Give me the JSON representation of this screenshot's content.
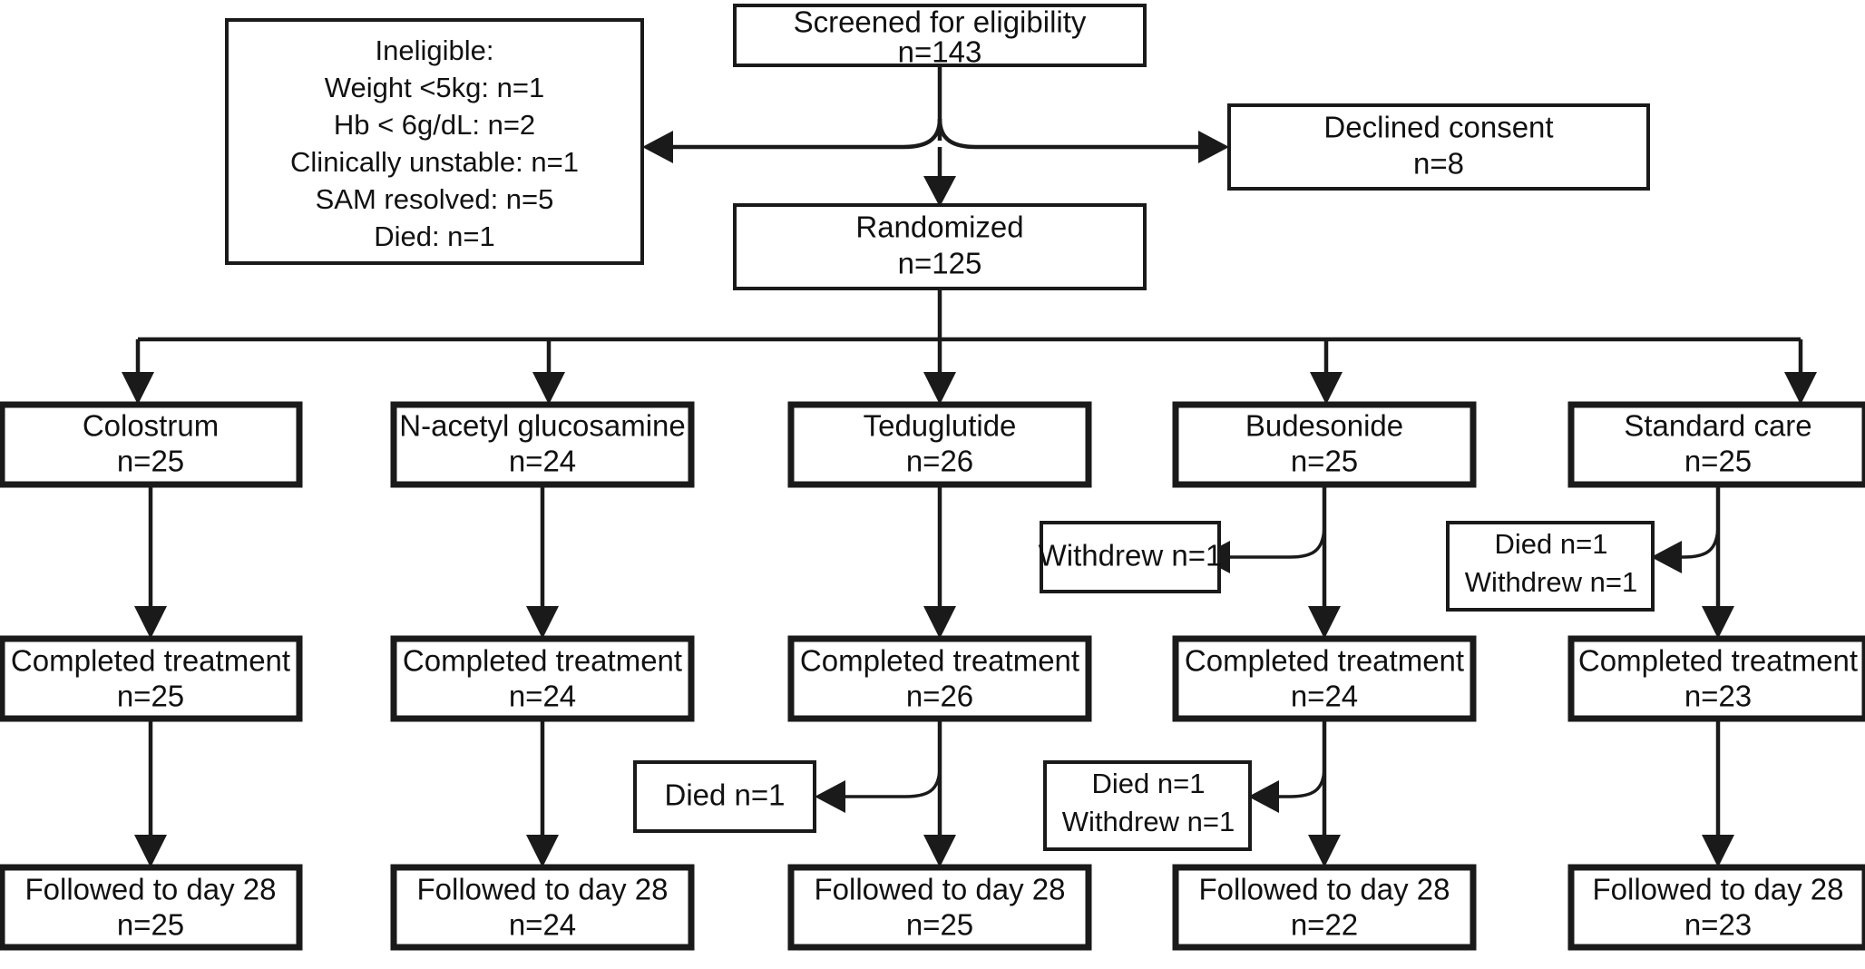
{
  "diagram": {
    "type": "consort-flow-diagram",
    "title": "CONSORT participant flow",
    "colors": {
      "stroke": "#1a1a1a",
      "text": "#111111",
      "background": "#ffffff"
    },
    "nodes": {
      "screened": {
        "name": "screened-for-eligibility",
        "lines": [
          "Screened for eligibility",
          "n=143"
        ],
        "label": "Screened for eligibility",
        "count": "n=143"
      },
      "ineligible": {
        "name": "ineligible",
        "lines": [
          "Ineligible:",
          "Weight <5kg: n=1",
          "Hb < 6g/dL: n=2",
          "Clinically unstable: n=1",
          "SAM resolved: n=5",
          "Died: n=1"
        ]
      },
      "declined": {
        "name": "declined-consent",
        "lines": [
          "Declined consent",
          "n=8"
        ],
        "label": "Declined consent",
        "count": "n=8"
      },
      "randomized": {
        "name": "randomized",
        "lines": [
          "Randomized",
          "n=125"
        ],
        "label": "Randomized",
        "count": "n=125"
      }
    },
    "arms": [
      {
        "key": "colostrum",
        "allocation": {
          "label": "Colostrum",
          "count": "n=25"
        },
        "completed": {
          "label": "Completed treatment",
          "count": "n=25"
        },
        "followed": {
          "label": "Followed to day 28",
          "count": "n=25"
        },
        "dropout_treatment": null,
        "dropout_followup": null
      },
      {
        "key": "n-acetyl-glucosamine",
        "allocation": {
          "label": "N-acetyl glucosamine",
          "count": "n=24"
        },
        "completed": {
          "label": "Completed treatment",
          "count": "n=24"
        },
        "followed": {
          "label": "Followed to day 28",
          "count": "n=24"
        },
        "dropout_treatment": null,
        "dropout_followup": null
      },
      {
        "key": "teduglutide",
        "allocation": {
          "label": "Teduglutide",
          "count": "n=26"
        },
        "completed": {
          "label": "Completed treatment",
          "count": "n=26"
        },
        "followed": {
          "label": "Followed to day 28",
          "count": "n=25"
        },
        "dropout_treatment": null,
        "dropout_followup": {
          "lines": [
            "Died n=1"
          ]
        }
      },
      {
        "key": "budesonide",
        "allocation": {
          "label": "Budesonide",
          "count": "n=25"
        },
        "completed": {
          "label": "Completed treatment",
          "count": "n=24"
        },
        "followed": {
          "label": "Followed to day 28",
          "count": "n=22"
        },
        "dropout_treatment": {
          "lines": [
            "Withdrew n=1"
          ]
        },
        "dropout_followup": {
          "lines": [
            "Died n=1",
            "Withdrew n=1"
          ]
        }
      },
      {
        "key": "standard-care",
        "allocation": {
          "label": "Standard care",
          "count": "n=25"
        },
        "completed": {
          "label": "Completed treatment",
          "count": "n=23"
        },
        "followed": {
          "label": "Followed to day 28",
          "count": "n=23"
        },
        "dropout_treatment": {
          "lines": [
            "Died n=1",
            "Withdrew n=1"
          ]
        },
        "dropout_followup": null
      }
    ],
    "side_boxes": {
      "budesonide_treatment": {
        "lines": [
          "Withdrew n=1"
        ]
      },
      "standard_treatment": {
        "lines": [
          "Died n=1",
          "Withdrew n=1"
        ]
      },
      "teduglutide_followup": {
        "lines": [
          "Died n=1"
        ]
      },
      "budesonide_followup": {
        "lines": [
          "Died n=1",
          "Withdrew n=1"
        ]
      }
    }
  }
}
